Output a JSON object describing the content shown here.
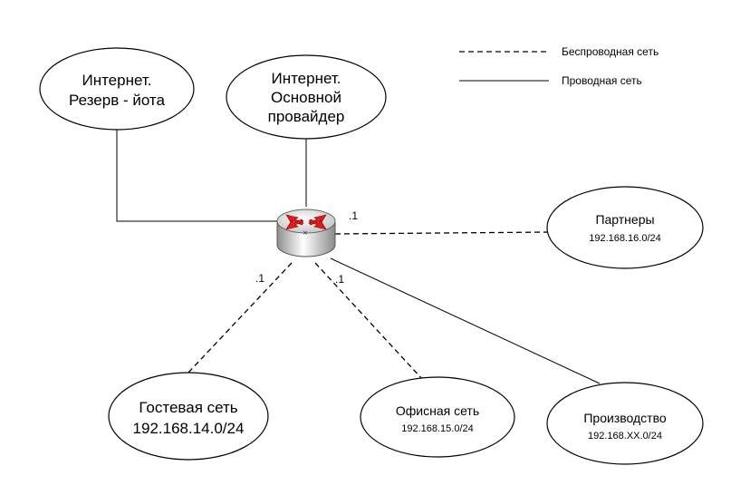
{
  "legend": {
    "wireless": "Беспроводная сеть",
    "wired": "Проводная сеть"
  },
  "nodes": {
    "internet_backup": {
      "line1": "Интернет.",
      "line2": "Резерв - йота"
    },
    "internet_main": {
      "line1": "Интернет.",
      "line2": "Основной",
      "line3": "провайдер"
    },
    "partners": {
      "name": "Партнеры",
      "subnet": "192.168.16.0/24"
    },
    "guest": {
      "name": "Гостевая сеть",
      "subnet": "192.168.14.0/24"
    },
    "office": {
      "name": "Офисная сеть",
      "subnet": "192.168.15.0/24"
    },
    "production": {
      "name": "Производство",
      "subnet": "192.168.XX.0/24"
    }
  },
  "interface_labels": {
    "partners": ".1",
    "guest": ".1",
    "office": ".1"
  },
  "colors": {
    "router_arrow": "#e11b1b",
    "router_body_light": "#ffffff",
    "router_body_dark": "#9a9a9a"
  }
}
